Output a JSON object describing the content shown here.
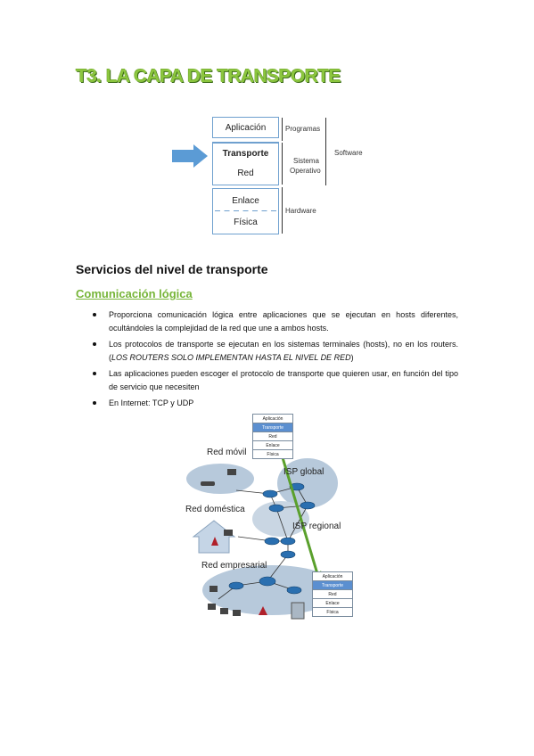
{
  "title": "T3. LA CAPA DE TRANSPORTE",
  "stack_diagram": {
    "layers": [
      "Aplicación",
      "Transporte",
      "Red",
      "Enlace",
      "Física"
    ],
    "labels": {
      "programs": "Programas",
      "os_line1": "Sistema",
      "os_line2": "Operativo",
      "software": "Software",
      "hardware": "Hardware"
    }
  },
  "section_heading": "Servicios del nivel de transporte",
  "subsection_heading": "Comunicación lógica",
  "bullets": [
    {
      "text": "Proporciona comunicación lógica entre aplicaciones que se ejecutan en hosts diferentes, ocultándoles la complejidad de la red que une a ambos hosts."
    },
    {
      "text": "Los protocolos de transporte se ejecutan en los sistemas terminales (hosts), no en los routers. (",
      "italic": "LOS ROUTERS SOLO IMPLEMENTAN HASTA EL NIVEL DE RED",
      "after": ")"
    },
    {
      "text": "Las aplicaciones pueden escoger el protocolo de transporte que quieren usar, en función del tipo de servicio que necesiten"
    },
    {
      "text": "En Internet: TCP y UDP"
    }
  ],
  "network_figure": {
    "labels": {
      "mobile": "Red móvil",
      "global": "ISP global",
      "home": "Red doméstica",
      "regional": "ISP regional",
      "enterprise": "Red empresarial"
    },
    "top_stack": [
      "Aplicación",
      "Transporte",
      "Red",
      "Enlace",
      "Física"
    ],
    "bottom_stack": [
      "Aplicación",
      "Transporte",
      "Red",
      "Enlace",
      "Física"
    ]
  }
}
